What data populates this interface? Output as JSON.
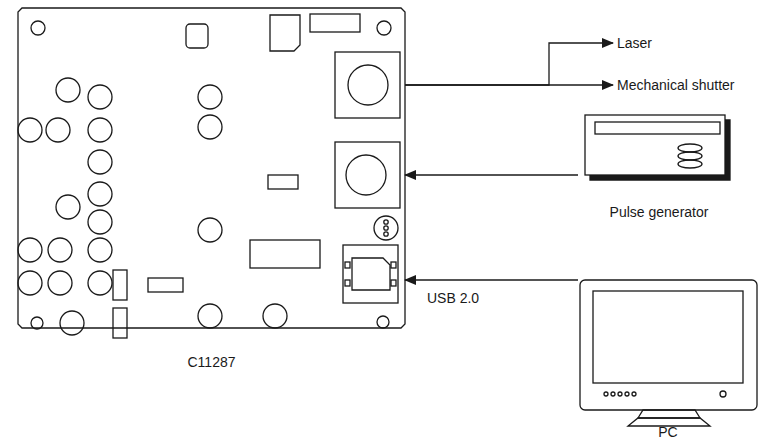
{
  "diagram": {
    "nodes": [
      {
        "text": [
          "C11287"
        ]
      },
      {
        "text": [
          "Laser"
        ]
      },
      {
        "text": [
          "Mechanical shutter"
        ]
      },
      {
        "text": [
          "Pulse generator"
        ]
      },
      {
        "text": [
          "PC"
        ]
      }
    ],
    "edges": [
      {
        "from": 0,
        "to": 1,
        "arrow": "to"
      },
      {
        "from": 0,
        "to": 2,
        "arrow": "to"
      },
      {
        "from": 3,
        "to": 0,
        "arrow": "to"
      },
      {
        "from": 4,
        "to": 0,
        "label": "USB 2.0",
        "arrow": "to"
      }
    ]
  }
}
